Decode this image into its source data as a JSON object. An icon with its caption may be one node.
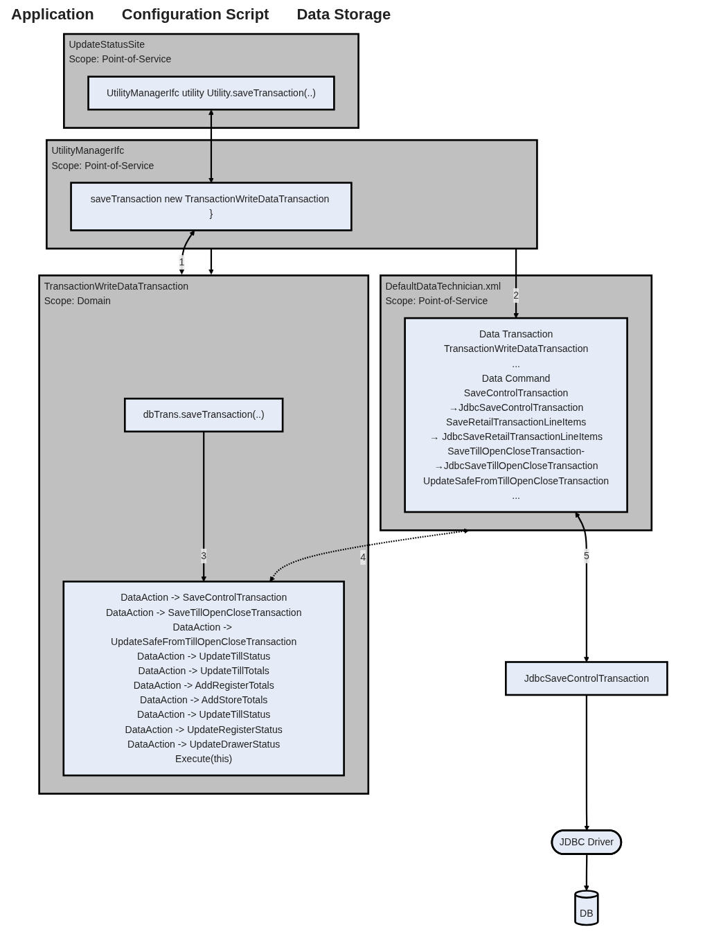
{
  "diagram": {
    "nodes": [
      {
        "text": [
          "UpdateStatusSite",
          "Scope: Point-of-Service"
        ]
      },
      {
        "text": [
          "UtilityManagerIfc utility Utility.saveTransaction(..)"
        ],
        "in": 0
      },
      {
        "text": [
          "UtilityManagerIfc",
          "Scope: Point-of-Service"
        ]
      },
      {
        "text": [
          "saveTransaction new TransactionWriteDataTransaction }"
        ],
        "in": 2
      },
      {
        "text": [
          "TransactionWriteDataTransaction",
          "Scope: Domain"
        ]
      },
      {
        "text": [
          "dbTrans.saveTransaction(..)"
        ],
        "in": 4
      },
      {
        "text": [
          "DataAction -> SaveControlTransaction",
          "DataAction -> SaveTillOpenCloseTransaction",
          "DataAction -> UpdateSafeFromTillOpenCloseTransaction",
          "DataAction -> UpdateTillStatus",
          "DataAction -> UpdateTillTotals",
          "DataAction -> AddRegisterTotals",
          "DataAction -> AddStoreTotals",
          "DataAction -> UpdateTillStatus",
          "DataAction -> UpdateRegisterStatus",
          "DataAction -> UpdateDrawerStatus",
          "Execute(this)"
        ],
        "in": 4
      },
      {
        "text": [
          "DefaultDataTechnician.xml",
          "Scope: Point-of-Service"
        ]
      },
      {
        "text": [
          "Data Transaction",
          "TransactionWriteDataTransaction",
          "...",
          "Data Command",
          "SaveControlTransaction",
          "→JdbcSaveControlTransaction",
          "SaveRetailTransactionLineItems",
          "→ JdbcSaveRetailTransactionLineItems",
          "SaveTillOpenCloseTransaction-",
          "→JdbcSaveTillOpenCloseTransaction",
          "UpdateSafeFromTillOpenCloseTransaction",
          "..."
        ],
        "in": 7
      },
      {
        "text": [
          "JdbcSaveControlTransaction"
        ]
      },
      {
        "text": [
          "JDBC Driver"
        ]
      },
      {
        "text": [
          "DB"
        ]
      }
    ],
    "edges": [
      {
        "from": 1,
        "to": 3,
        "arrow": "both"
      },
      {
        "from": 3,
        "to": 4,
        "label": "1",
        "arrow": "both"
      },
      {
        "from": 2,
        "to": 4,
        "arrow": "to"
      },
      {
        "from": 2,
        "to": 8,
        "label": "2",
        "arrow": "to"
      },
      {
        "from": 5,
        "to": 6,
        "label": "3",
        "arrow": "to"
      },
      {
        "from": 7,
        "to": 6,
        "label": "4",
        "arrow": "both",
        "style": "dashed"
      },
      {
        "from": 8,
        "to": 9,
        "label": "5",
        "arrow": "both"
      },
      {
        "from": 9,
        "to": 10,
        "arrow": "to"
      },
      {
        "from": 10,
        "to": 11,
        "arrow": "to"
      }
    ],
    "labels": [
      "Application",
      "Configuration Script",
      "Data Storage"
    ]
  }
}
